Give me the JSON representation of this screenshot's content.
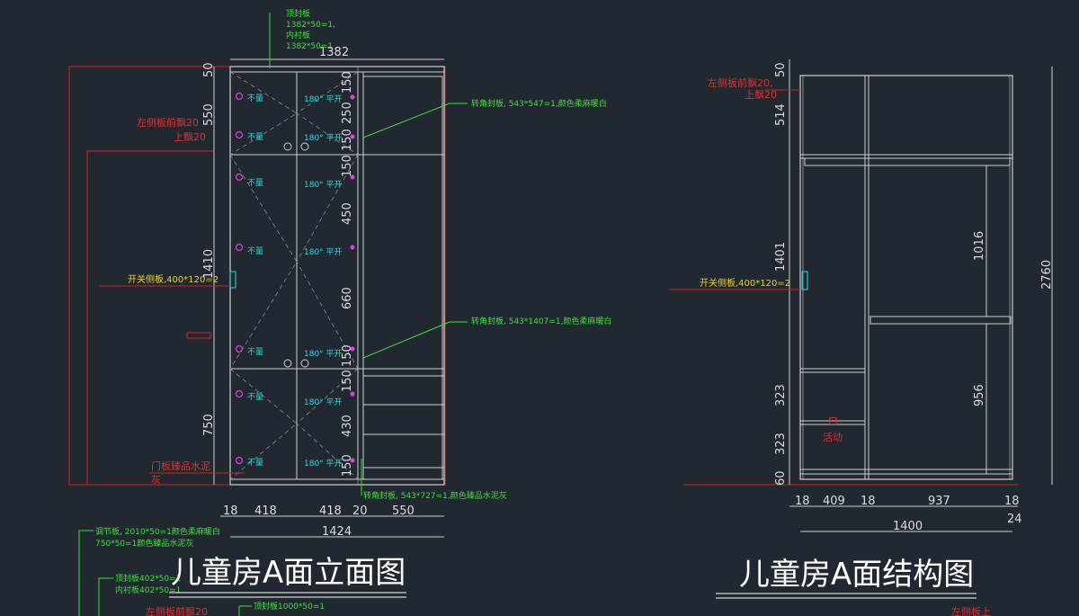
{
  "titles": {
    "left": "儿童房A面立面图",
    "right": "儿童房A面结构图"
  },
  "left": {
    "top_dim": "1382",
    "v_dims_left": [
      "50",
      "550",
      "1410",
      "750"
    ],
    "v_dims_mid": [
      "150",
      "250",
      "150",
      "150",
      "450",
      "660",
      "150",
      "150",
      "430",
      "150"
    ],
    "bottom_dims": [
      "18",
      "418",
      "418",
      "20",
      "550"
    ],
    "total_bottom": "1424",
    "doors_buzhan": "不量",
    "hinge": "180° 平开",
    "notes": {
      "top_board": [
        "顶封板",
        "1382*50=1,",
        "内衬板",
        "1382*50=1"
      ],
      "left_side": [
        "左侧板前飘20",
        "上飘20"
      ],
      "switch": "开关侧板,400*120=2",
      "door_note": [
        "门板臻品水泥",
        "灰"
      ],
      "seal1": "转角封板, 543*547=1,颜色柔麻暖白",
      "seal2": "转角封板, 543*1407=1,颜色柔麻暖白",
      "seal3": "转角封板, 543*727=1,颜色臻品水泥灰",
      "adjust": [
        "调节板, 2010*50=1颜色柔麻暖白",
        "750*50=1颜色臻品水泥灰"
      ],
      "top_seal2": [
        "顶封板402*50=1",
        "内衬板402*50=1"
      ],
      "bottom_red": "左侧板前飘20",
      "top_seal3": "顶封板1000*50=1"
    }
  },
  "right": {
    "v_dims_left": [
      "50",
      "514",
      "1401",
      "323",
      "323",
      "60"
    ],
    "v_dims_inner": [
      "1016",
      "956"
    ],
    "total_height": "2760",
    "bottom_dims": [
      "18",
      "409",
      "18",
      "937",
      "18"
    ],
    "total_bottom": "1400",
    "extra": "24",
    "notes": {
      "left_side": [
        "左侧板前飘20,",
        "上飘20"
      ],
      "switch": "开关侧板,400*120=2",
      "active": [
        "口",
        "活动"
      ],
      "bottom_red": "左侧板上"
    }
  }
}
